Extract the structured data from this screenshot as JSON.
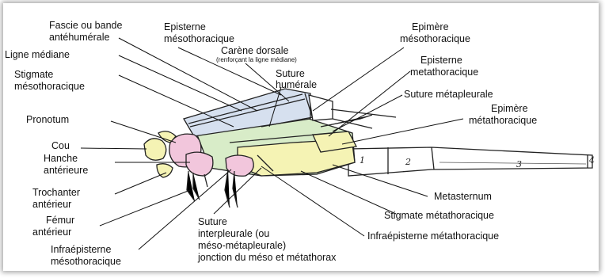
{
  "labels": {
    "fascie": [
      "Fascie ou bande",
      "antéhumérale"
    ],
    "episterne_meso": [
      "Episterne",
      "mésothoracique"
    ],
    "carene": "Carène dorsale",
    "carene_note": "(renforçant la ligne médiane)",
    "ligne_mediane": "Ligne médiane",
    "suture_humerale": [
      "Suture",
      "humérale"
    ],
    "epimere_meso": [
      "Epimère",
      "mésothoracique"
    ],
    "stigmate_meso": [
      "Stigmate",
      "mésothoracique"
    ],
    "episterne_meta": [
      "Episterne",
      "metathoracique"
    ],
    "suture_metapleurale": "Suture métapleurale",
    "epimere_meta": [
      "Epimère",
      "métathoracique"
    ],
    "pronotum": "Pronotum",
    "cou": "Cou",
    "hanche": [
      "Hanche",
      "antérieure"
    ],
    "trochanter": [
      "Trochanter",
      "antérieur"
    ],
    "femur": [
      "Fémur",
      "antérieur"
    ],
    "metasternum": "Metasternum",
    "stigmate_meta": "Stigmate métathoracique",
    "suture_interpleurale": [
      "Suture",
      "interpleurale (ou",
      "méso-métapleurale)",
      "jonction du méso et métathorax"
    ],
    "infraepisterne_meta": "Infraépisterne métathoracique",
    "infraepisterne_meso": [
      "Infraépisterne",
      "mésothoracique"
    ]
  },
  "segments": [
    "1",
    "2",
    "3",
    "4"
  ],
  "colors": {
    "pink": "#f2c6dc",
    "yellow": "#f5f3b4",
    "green": "#d8ecc8",
    "blue": "#d6e0ef"
  }
}
